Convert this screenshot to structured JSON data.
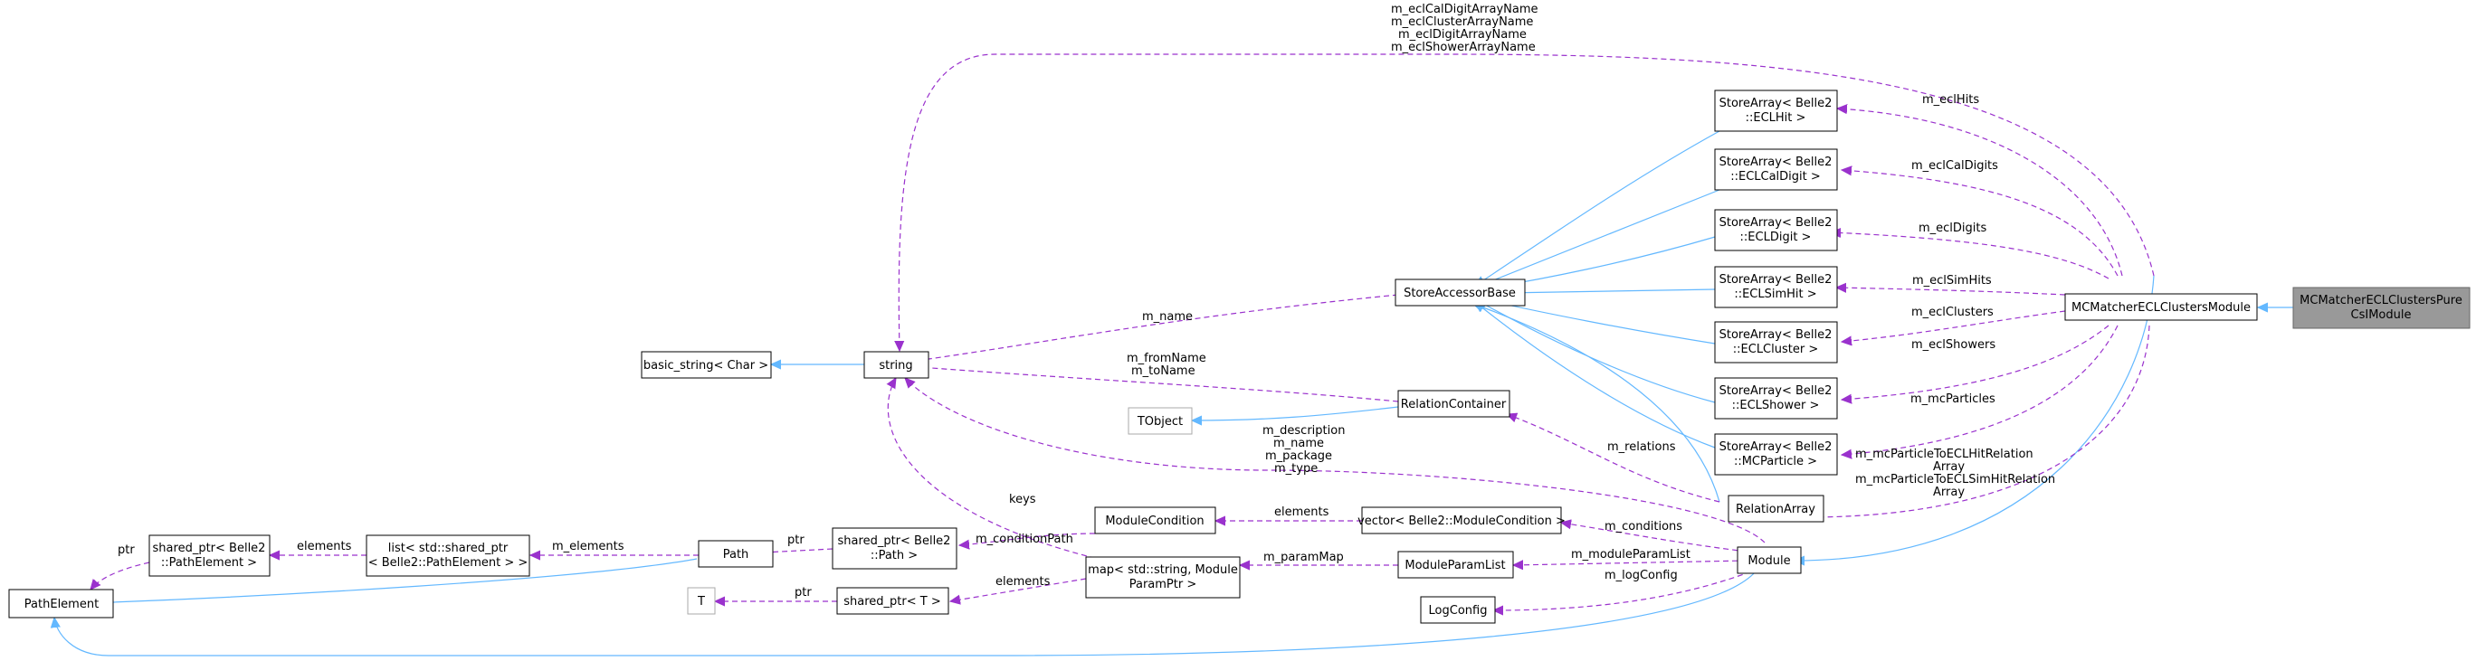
{
  "nodes": {
    "path_element": "PathElement",
    "shared_ptr_path_element": [
      "shared_ptr< Belle2",
      "::PathElement >"
    ],
    "list_shared_ptr": [
      "list< std::shared_ptr",
      "< Belle2::PathElement > >"
    ],
    "path": "Path",
    "t": "T",
    "shared_ptr_t": "shared_ptr< T >",
    "shared_ptr_path": [
      "shared_ptr< Belle2",
      "::Path >"
    ],
    "basic_string": "basic_string< Char >",
    "string": "string",
    "tobject": "TObject",
    "module_condition": "ModuleCondition",
    "map_param": [
      "map< std::string, Module",
      "ParamPtr >"
    ],
    "vector_module_condition": "vector< Belle2::ModuleCondition >",
    "module_param_list": "ModuleParamList",
    "log_config": "LogConfig",
    "relation_container": "RelationContainer",
    "store_accessor_base": "StoreAccessorBase",
    "sa_ecl_hit": [
      "StoreArray< Belle2",
      "::ECLHit >"
    ],
    "sa_ecl_cal_digit": [
      "StoreArray< Belle2",
      "::ECLCalDigit >"
    ],
    "sa_ecl_digit": [
      "StoreArray< Belle2",
      "::ECLDigit >"
    ],
    "sa_ecl_sim_hit": [
      "StoreArray< Belle2",
      "::ECLSimHit >"
    ],
    "sa_ecl_cluster": [
      "StoreArray< Belle2",
      "::ECLCluster >"
    ],
    "sa_ecl_shower": [
      "StoreArray< Belle2",
      "::ECLShower >"
    ],
    "sa_mc_particle": [
      "StoreArray< Belle2",
      "::MCParticle >"
    ],
    "relation_array": "RelationArray",
    "module": "Module",
    "mc_matcher": "MCMatcherECLClustersModule",
    "mc_matcher_pure": [
      "MCMatcherECLClustersPure",
      "CsIModule"
    ]
  },
  "edge_labels": {
    "ptr_pathelement": "ptr",
    "elements_list": "elements",
    "m_elements": "m_elements",
    "ptr_path": "ptr",
    "m_condition_path": "m_conditionPath",
    "ptr_t": "ptr",
    "elements_map": "elements",
    "keys": "keys",
    "elements_vector": "elements",
    "m_param_map": "m_paramMap",
    "m_name": "m_name",
    "from_to_name": [
      "m_fromName",
      "m_toName"
    ],
    "m_relations": "m_relations",
    "module_strings": [
      "m_description",
      "m_name",
      "m_package",
      "m_type"
    ],
    "m_conditions": "m_conditions",
    "m_module_param_list": "m_moduleParamList",
    "m_log_config": "m_logConfig",
    "ecl_array_names": [
      "m_eclCalDigitArrayName",
      "m_eclClusterArrayName",
      "m_eclDigitArrayName",
      "m_eclShowerArrayName"
    ],
    "m_ecl_hits": "m_eclHits",
    "m_ecl_cal_digits": "m_eclCalDigits",
    "m_ecl_digits": "m_eclDigits",
    "m_ecl_sim_hits": "m_eclSimHits",
    "m_ecl_clusters": "m_eclClusters",
    "m_ecl_showers": "m_eclShowers",
    "m_mc_particles": "m_mcParticles",
    "relation_names": [
      "m_mcParticleToECLHitRelation",
      "Array",
      "m_mcParticleToECLSimHitRelation",
      "Array"
    ]
  },
  "colors": {
    "inheritance": "#63b8ff",
    "usage": "#9a32cd",
    "highlight_fill": "#999999"
  }
}
